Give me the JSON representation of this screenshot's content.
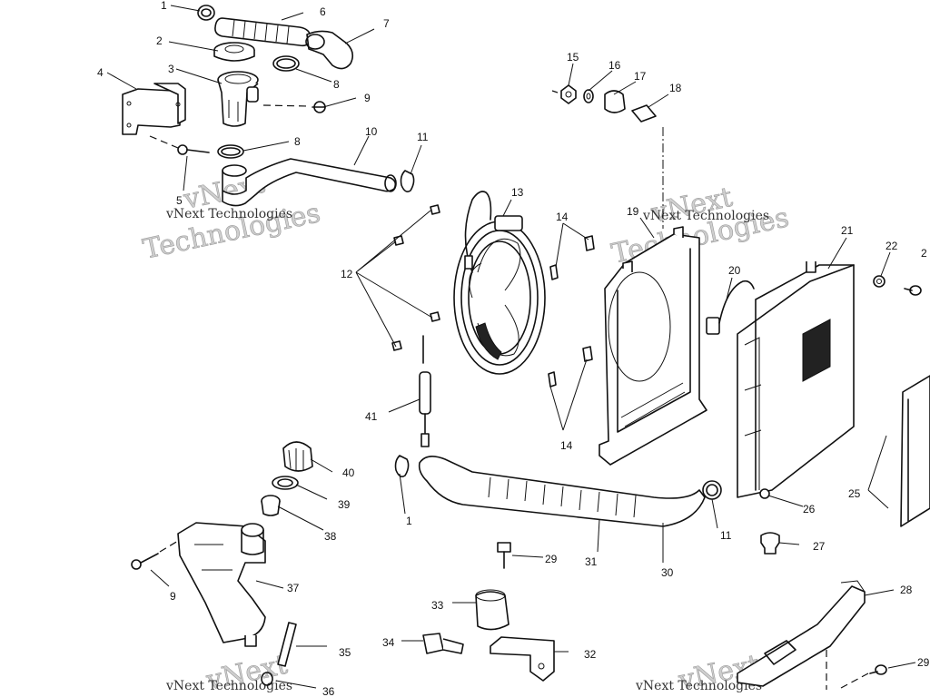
{
  "diagram": {
    "callouts": [
      "1",
      "6",
      "7",
      "2",
      "8",
      "4",
      "3",
      "9",
      "8",
      "10",
      "11",
      "5",
      "15",
      "16",
      "17",
      "18",
      "13",
      "14",
      "19",
      "21",
      "22",
      "2",
      "12",
      "20",
      "41",
      "40",
      "39",
      "38",
      "37",
      "9",
      "1",
      "14",
      "26",
      "11",
      "25",
      "31",
      "30",
      "27",
      "29",
      "28",
      "33",
      "32",
      "34",
      "35",
      "36",
      "29"
    ],
    "watermarks": {
      "brand_small": "vNext Technologies",
      "brand_outline_a": "vNext",
      "brand_outline_b": "Technologies"
    }
  }
}
